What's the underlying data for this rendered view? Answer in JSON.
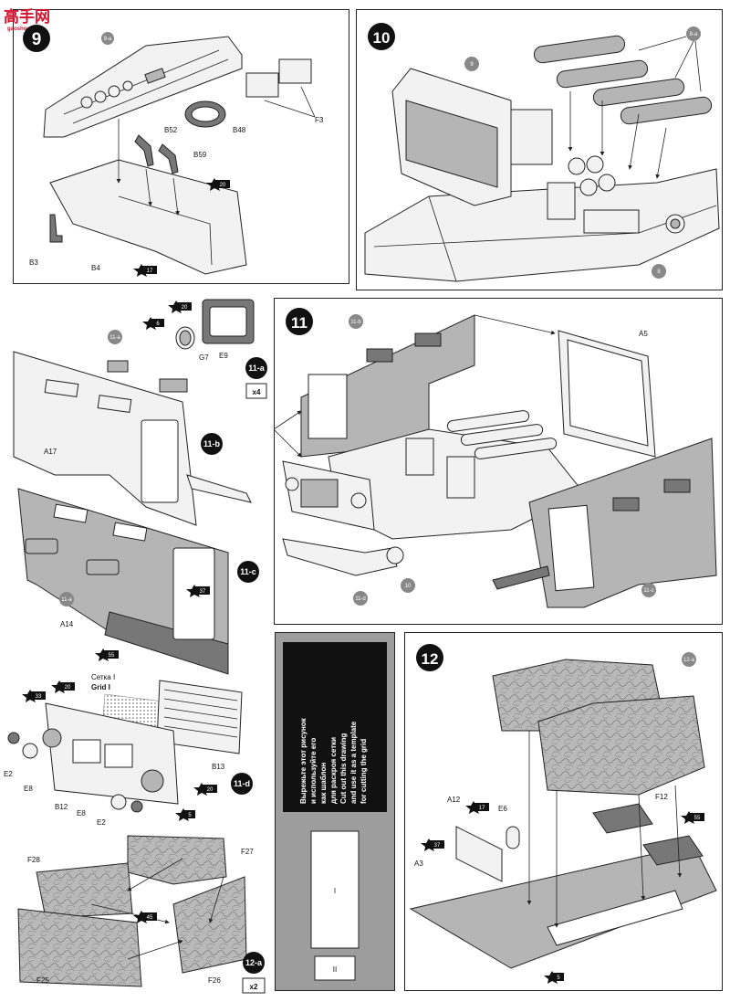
{
  "watermark": {
    "logo": "高手网",
    "url": "gaoshou.com"
  },
  "steps": {
    "s9": {
      "num": "9",
      "sub": "9-a",
      "labels": {
        "f3": "F3",
        "b52": "B52",
        "b48": "B48",
        "b59": "B59",
        "b3": "B3",
        "b4": "B4"
      },
      "paints": {
        "p20": "20",
        "p17": "17"
      }
    },
    "s10": {
      "num": "10",
      "labels": {
        "s9": "9",
        "s8a": "8-a",
        "s8": "8"
      }
    },
    "s11": {
      "num": "11",
      "labels": {
        "s11b": "11-b",
        "a5": "A5",
        "s11d": "11-d",
        "s10": "10",
        "s11c": "11-c"
      }
    },
    "s11a": {
      "num": "11-a",
      "qty": "x4",
      "labels": {
        "g7": "G7",
        "e9": "E9"
      },
      "paints": {
        "p20": "20",
        "p6": "6"
      }
    },
    "s11b": {
      "num": "11-b",
      "labels": {
        "s11a": "11-a",
        "a17": "A17"
      }
    },
    "s11c": {
      "num": "11-c",
      "labels": {
        "s11a": "11-a",
        "a14": "A14"
      },
      "paints": {
        "p37": "37",
        "p55": "55"
      }
    },
    "s11d": {
      "num": "11-d",
      "grid_ru": "Сетка I",
      "grid_en": "Grid I",
      "labels": {
        "b13": "B13",
        "e2a": "E2",
        "e8a": "E8",
        "b12": "B12",
        "e8b": "E8",
        "e2b": "E2"
      },
      "paints": {
        "p33": "33",
        "p20a": "20",
        "p20b": "20",
        "p5": "5"
      }
    },
    "s12a": {
      "num": "12-a",
      "qty": "x2",
      "labels": {
        "f28": "F28",
        "f27": "F27",
        "f25": "F25",
        "f26": "F26"
      },
      "paints": {
        "p45": "45"
      }
    },
    "template": {
      "lines": [
        "Вырежьте этот рисунок",
        "и используйте его",
        "как шаблон",
        "для раскроя сетки",
        "Cut out this drawing",
        "and use it as a template",
        "for cutting the grid"
      ],
      "box1": "I",
      "box2": "II"
    },
    "s12": {
      "num": "12",
      "labels": {
        "s12a": "12-a",
        "a12": "A12",
        "e6": "E6",
        "f12": "F12",
        "a3": "A3"
      },
      "paints": {
        "p17": "17",
        "p37": "37",
        "p55": "55",
        "p5": "5"
      }
    }
  },
  "colors": {
    "outline": "#222222",
    "gray": "#b5b5b5",
    "dark": "#777777",
    "watermark": "#d2122e"
  }
}
